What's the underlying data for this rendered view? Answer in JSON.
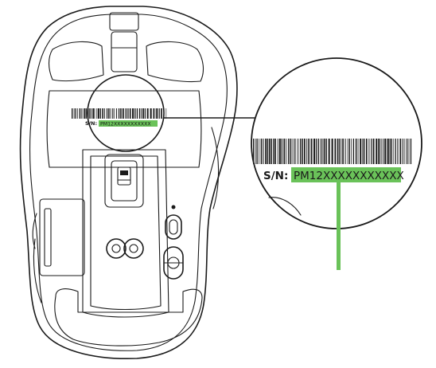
{
  "serial_small": {
    "prefix": "S/N:",
    "value": "PM12XXXXXXXXXXX"
  },
  "serial_zoom": {
    "prefix": "S/N:",
    "value": "PM12XXXXXXXXXXX"
  },
  "colors": {
    "highlight": "#6ac259",
    "pointer": "#6ac259",
    "line": "#1a1a1a",
    "background": "#ffffff"
  },
  "icons": {
    "sensor": "optical-sensor-icon",
    "dpi_button": "dpi-button-icon",
    "profile_button": "profile-button-icon",
    "power_switch": "power-switch-icon",
    "mouse_feet": "skate-pad-icon"
  }
}
